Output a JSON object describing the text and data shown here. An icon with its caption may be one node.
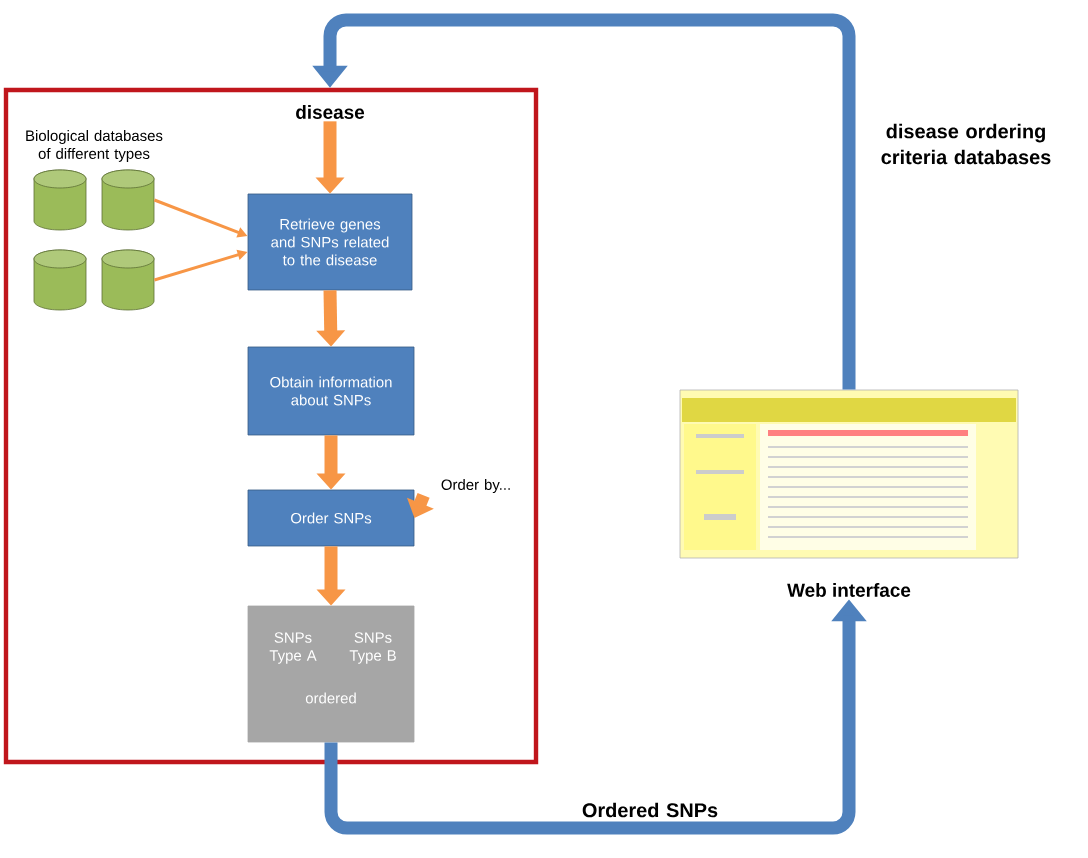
{
  "diagram": {
    "nodes": [
      {
        "text": [],
        "shape": "box"
      },
      {
        "text": [
          "disease"
        ],
        "in": 0
      },
      {
        "text": [],
        "shape": "cylinder",
        "in": 0
      },
      {
        "text": [],
        "shape": "cylinder",
        "in": 0
      },
      {
        "text": [],
        "shape": "cylinder",
        "in": 0
      },
      {
        "text": [],
        "shape": "cylinder",
        "in": 0
      },
      {
        "text": [
          "Retrieve genes and SNPs related to the disease"
        ],
        "in": 0
      },
      {
        "text": [
          "Obtain information about SNPs"
        ],
        "in": 0
      },
      {
        "text": [
          "Order SNPs"
        ],
        "in": 0
      },
      {
        "text": [
          "Order by..."
        ],
        "in": 0
      },
      {
        "text": [
          "SNPs Type A",
          "SNPs Type B",
          "ordered"
        ],
        "in": 0
      },
      {
        "text": [],
        "shape": "picture",
        "beside": [
          "Web interface"
        ]
      }
    ],
    "edges": [
      {
        "from": 11,
        "to": 0,
        "arrow": "to",
        "label": "disease ordering criteria databases",
        "color": "#4f81bd"
      },
      {
        "from": 1,
        "to": 6,
        "arrow": "to"
      },
      {
        "from": 3,
        "to": 6,
        "arrow": "to"
      },
      {
        "from": 5,
        "to": 6,
        "arrow": "to"
      },
      {
        "from": 6,
        "to": 7,
        "arrow": "to"
      },
      {
        "from": 7,
        "to": 8,
        "arrow": "to"
      },
      {
        "from": 9,
        "to": 8,
        "arrow": "to"
      },
      {
        "from": 8,
        "to": 10,
        "arrow": "to"
      },
      {
        "from": 10,
        "to": 11,
        "arrow": "to",
        "label": "Ordered SNPs",
        "color": "#4f81bd"
      }
    ],
    "labels": [
      "Biological databases of different types"
    ]
  }
}
